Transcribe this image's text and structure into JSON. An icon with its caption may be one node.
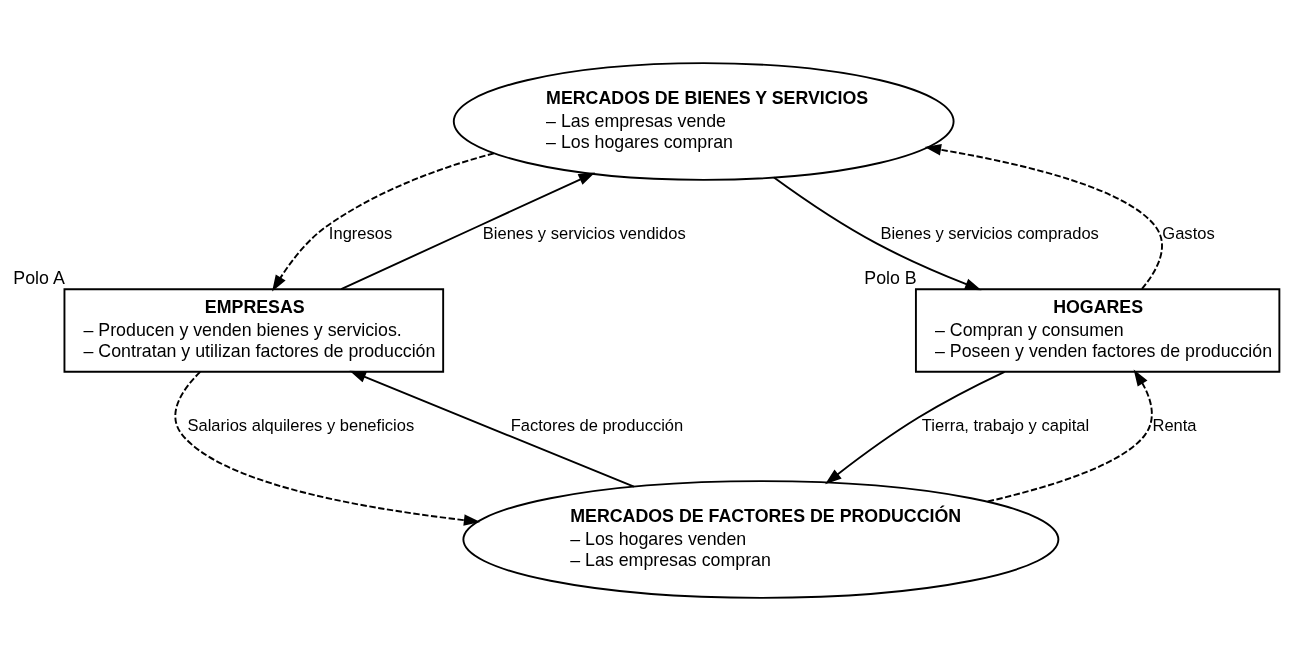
{
  "diagram": {
    "nodes": [
      {
        "text": [
          "MERCADOS DE BIENES Y SERVICIOS",
          "– Las empresas vende",
          "– Los hogares compran"
        ]
      },
      {
        "text": [
          "EMPRESAS",
          "– Producen y venden bienes y servicios.",
          "– Contratan y utilizan factores de producción"
        ],
        "beside": [
          "Polo A"
        ]
      },
      {
        "text": [
          "HOGARES",
          "– Compran y consumen",
          "– Poseen y venden factores de producción"
        ],
        "beside": [
          "Polo B"
        ]
      },
      {
        "text": [
          "MERCADOS DE FACTORES DE PRODUCCIÓN",
          "– Los hogares venden",
          "– Las empresas compran"
        ]
      }
    ],
    "edges": [
      {
        "from": 1,
        "to": 0,
        "arrow": "to",
        "label": "Bienes y servicios vendidos"
      },
      {
        "from": 0,
        "to": 2,
        "arrow": "to",
        "label": "Bienes y servicios comprados"
      },
      {
        "from": 2,
        "to": 3,
        "arrow": "to",
        "label": "Tierra, trabajo y capital"
      },
      {
        "from": 3,
        "to": 1,
        "arrow": "to",
        "label": "Factores de producción"
      },
      {
        "from": 0,
        "to": 1,
        "arrow": "to",
        "label": "Ingresos",
        "style": "dashed"
      },
      {
        "from": 2,
        "to": 0,
        "arrow": "to",
        "label": "Gastos",
        "style": "dashed"
      },
      {
        "from": 3,
        "to": 2,
        "arrow": "to",
        "label": "Renta",
        "style": "dashed"
      },
      {
        "from": 1,
        "to": 3,
        "arrow": "to",
        "label": "Salarios alquileres y beneficios",
        "style": "dashed"
      }
    ]
  }
}
